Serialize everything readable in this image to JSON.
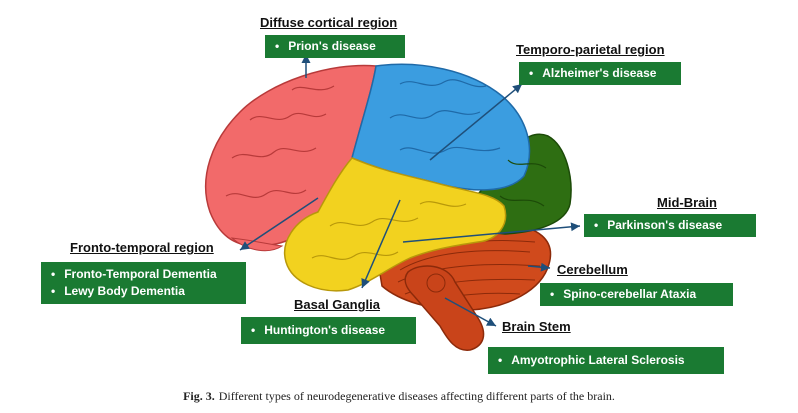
{
  "regions": {
    "diffuse_cortical": {
      "title": "Diffuse cortical region",
      "diseases": [
        "Prion's disease"
      ]
    },
    "temporo_parietal": {
      "title": "Temporo-parietal region",
      "diseases": [
        "Alzheimer's disease"
      ]
    },
    "mid_brain": {
      "title": "Mid-Brain",
      "diseases": [
        "Parkinson's disease"
      ]
    },
    "fronto_temporal": {
      "title": "Fronto-temporal region",
      "diseases": [
        "Fronto-Temporal Dementia",
        "Lewy Body Dementia"
      ]
    },
    "cerebellum": {
      "title": "Cerebellum",
      "diseases": [
        "Spino-cerebellar Ataxia"
      ]
    },
    "basal_ganglia": {
      "title": "Basal Ganglia",
      "diseases": [
        "Huntington's disease"
      ]
    },
    "brain_stem": {
      "title": "Brain Stem",
      "diseases": [
        "Amyotrophic Lateral Sclerosis"
      ]
    }
  },
  "caption": {
    "label": "Fig. 3.",
    "text": "Different types of neurodegenerative diseases affecting different parts of the brain."
  },
  "colors": {
    "frontal_lobe": "#f26a6a",
    "parietal_lobe": "#3b9de0",
    "occipital_lobe": "#2e6e12",
    "temporal_lobe": "#f2d21f",
    "cerebellum": "#d04a1c",
    "brain_stem": "#c9441a",
    "box_green": "#1a7a32",
    "arrow": "#1f4f7a"
  }
}
